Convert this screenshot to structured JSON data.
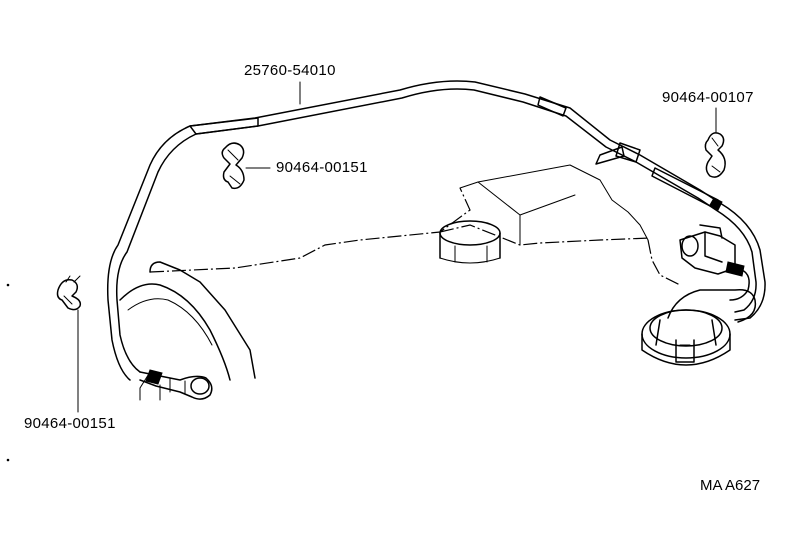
{
  "parts": [
    {
      "number": "25760-54010"
    },
    {
      "number": "90464-00151"
    },
    {
      "number": "90464-00107"
    },
    {
      "number": "90464-00151"
    }
  ],
  "figure_ref": "MA A627"
}
